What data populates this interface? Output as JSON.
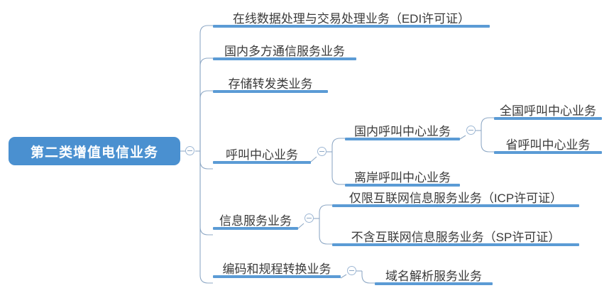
{
  "diagram": {
    "type": "mindmap",
    "title": "第二类增值电信业务",
    "colors": {
      "root_fill": "#4a90d0",
      "root_text": "#ffffff",
      "node_bar": "#5b9bd5",
      "node_text": "#3a3a3a",
      "edge": "#8fa9c6",
      "background": "#ffffff"
    },
    "root": {
      "label": "第二类增值电信业务",
      "toggle_state": "expanded",
      "toggle_glyph": "minus-circle"
    },
    "branches": [
      {
        "label": "在线数据处理与交易处理业务（EDI许可证）",
        "level": 1,
        "has_toggle": false,
        "children": []
      },
      {
        "label": "国内多方通信服务业务",
        "level": 1,
        "has_toggle": false,
        "children": []
      },
      {
        "label": "存储转发类业务",
        "level": 1,
        "has_toggle": false,
        "children": []
      },
      {
        "label": "呼叫中心业务",
        "level": 1,
        "has_toggle": true,
        "children": [
          {
            "label": "国内呼叫中心业务",
            "level": 2,
            "has_toggle": true,
            "children": [
              {
                "label": "全国呼叫中心业务",
                "level": 3,
                "has_toggle": false
              },
              {
                "label": "省呼叫中心业务",
                "level": 3,
                "has_toggle": false
              }
            ]
          },
          {
            "label": "离岸呼叫中心业务",
            "level": 2,
            "has_toggle": false,
            "children": []
          }
        ]
      },
      {
        "label": "信息服务业务",
        "level": 1,
        "has_toggle": true,
        "children": [
          {
            "label": "仅限互联网信息服务业务（ICP许可证）",
            "level": 2,
            "has_toggle": false
          },
          {
            "label": "不含互联网信息服务业务（SP许可证）",
            "level": 2,
            "has_toggle": false
          }
        ]
      },
      {
        "label": "编码和规程转换业务",
        "level": 1,
        "has_toggle": true,
        "children": [
          {
            "label": "域名解析服务业务",
            "level": 2,
            "has_toggle": false
          }
        ]
      }
    ]
  }
}
